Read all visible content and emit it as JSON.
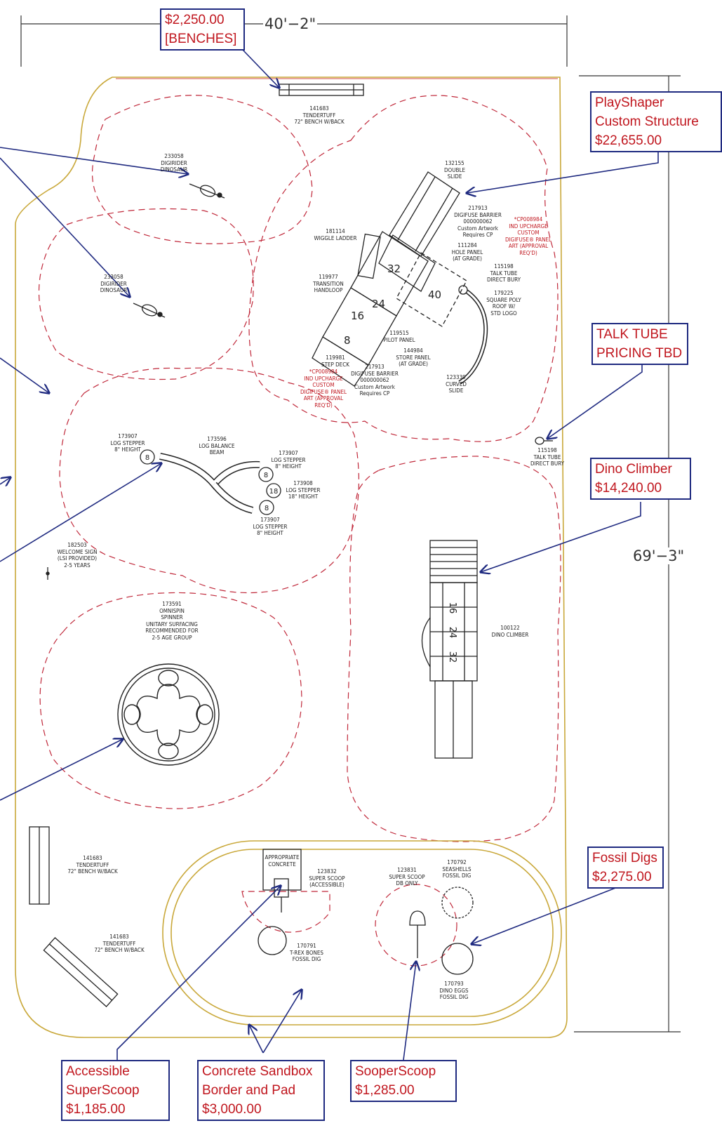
{
  "dimensions": {
    "width_label": "40'−2\"",
    "depth_label": "69'−3\""
  },
  "callouts": {
    "benches": {
      "line1": "$2,250.00",
      "line2": "[BENCHES]"
    },
    "playshaper": {
      "line1": "PlayShaper",
      "line2": "Custom Structure",
      "line3": "$22,655.00"
    },
    "talk_tube": {
      "line1": "TALK TUBE",
      "line2": "PRICING TBD"
    },
    "dino_climber": {
      "line1": "Dino Climber",
      "line2": "$14,240.00"
    },
    "fossil_digs": {
      "line1": "Fossil Digs",
      "line2": "$2,275.00"
    },
    "accessible_superscoop": {
      "line1": "Accessible",
      "line2": "SuperScoop",
      "line3": "$1,185.00"
    },
    "sandbox": {
      "line1": "Concrete Sandbox",
      "line2": "Border and Pad",
      "line3": "$3,000.00"
    },
    "sooperscoop": {
      "line1": "SooperScoop",
      "line2": "$1,285.00"
    }
  },
  "labels": {
    "bench_top": [
      "141683",
      "TENDERTUFF",
      "72\" BENCH W/BACK"
    ],
    "digirider_1": [
      "233058",
      "DIGIRIDER",
      "DINOSAUR"
    ],
    "digirider_2": [
      "233058",
      "DIGIRIDER",
      "DINOSAUR"
    ],
    "double_slide": [
      "132155",
      "DOUBLE",
      "SLIDE"
    ],
    "wiggle_ladder": [
      "181114",
      "WIGGLE LADDER"
    ],
    "digifuse_barrier_right": [
      "217913",
      "DIGIFUSE BARRIER",
      "000000062",
      "Custom Artwork",
      "Requires CP"
    ],
    "cp_upcharge_right": [
      "*CP008984",
      "IND UPCHARGE",
      "CUSTOM",
      "DIGIFUSE® PANEL",
      "ART (APPROVAL",
      "REQ'D)"
    ],
    "hole_panel": [
      "111284",
      "HOLE PANEL",
      "(AT GRADE)"
    ],
    "transition_handloop": [
      "119977",
      "TRANSITION",
      "HANDLOOP"
    ],
    "talk_tube_115198_a": [
      "115198",
      "TALK TUBE",
      "DIRECT BURY"
    ],
    "square_poly_roof": [
      "179225",
      "SQUARE POLY",
      "ROOF W/",
      "STD LOGO"
    ],
    "pilot_panel": [
      "119515",
      "PILOT PANEL"
    ],
    "store_panel": [
      "144984",
      "STORE PANEL",
      "(AT GRADE)"
    ],
    "step_deck": [
      "119981",
      "STEP DECK"
    ],
    "digifuse_barrier_bottom": [
      "217913",
      "DIGIFUSE BARRIER",
      "000000062",
      "Custom Artwork",
      "Requires CP"
    ],
    "cp_upcharge_left": [
      "*CP008984",
      "IND UPCHARGE",
      "CUSTOM",
      "DIGIFUSE® PANEL",
      "ART (APPROVAL",
      "REQ'D)"
    ],
    "curved_slide": [
      "123339",
      "CURVED",
      "SLIDE"
    ],
    "talk_tube_115198_b": [
      "115198",
      "TALK TUBE",
      "DIRECT BURY"
    ],
    "log_stepper_left": [
      "173907",
      "LOG STEPPER",
      "8\" HEIGHT"
    ],
    "log_balance_beam": [
      "173596",
      "LOG BALANCE",
      "BEAM"
    ],
    "log_stepper_right_top": [
      "173907",
      "LOG STEPPER",
      "8\" HEIGHT"
    ],
    "log_stepper_18": [
      "173908",
      "LOG STEPPER",
      "18\" HEIGHT"
    ],
    "log_stepper_bottom": [
      "173907",
      "LOG STEPPER",
      "8\" HEIGHT"
    ],
    "welcome_sign": [
      "182503",
      "WELCOME SIGN",
      "(LSI PROVIDED)",
      "2-5 YEARS"
    ],
    "omnispin": [
      "173591",
      "OMNISPIN",
      "SPINNER",
      "UNITARY SURFACING",
      "RECOMMENDED FOR",
      "2-5 AGE GROUP"
    ],
    "dino_climber": [
      "100122",
      "DINO CLIMBER"
    ],
    "bench_left": [
      "141683",
      "TENDERTUFF",
      "72\" BENCH W/BACK"
    ],
    "bench_bottom": [
      "141683",
      "TENDERTUFF",
      "72\" BENCH W/BACK"
    ],
    "appropriate_concrete": [
      "APPROPRIATE",
      "CONCRETE"
    ],
    "super_scoop_accessible": [
      "123832",
      "SUPER SCOOP",
      "(ACCESSIBLE)"
    ],
    "super_scoop_db": [
      "123831",
      "SUPER SCOOP",
      "DB ONLY"
    ],
    "seashells_fossil": [
      "170792",
      "SEASHELLS",
      "FOSSIL DIG"
    ],
    "trex_fossil": [
      "170791",
      "T-REX BONES",
      "FOSSIL DIG"
    ],
    "dino_eggs_fossil": [
      "170793",
      "DINO EGGS",
      "FOSSIL DIG"
    ]
  },
  "deck_heights": [
    "32",
    "24",
    "16",
    "8",
    "40"
  ],
  "climber_heights": [
    "16",
    "24",
    "32"
  ],
  "stepper_heights": [
    "8",
    "8",
    "18",
    "8"
  ],
  "colors": {
    "callout_border": "#1f2a80",
    "callout_text": "#c0161e",
    "arrow": "#1f2a80",
    "safety_zone": "#c0283a",
    "boundary": "#c9a83a",
    "drawing": "#222222"
  }
}
